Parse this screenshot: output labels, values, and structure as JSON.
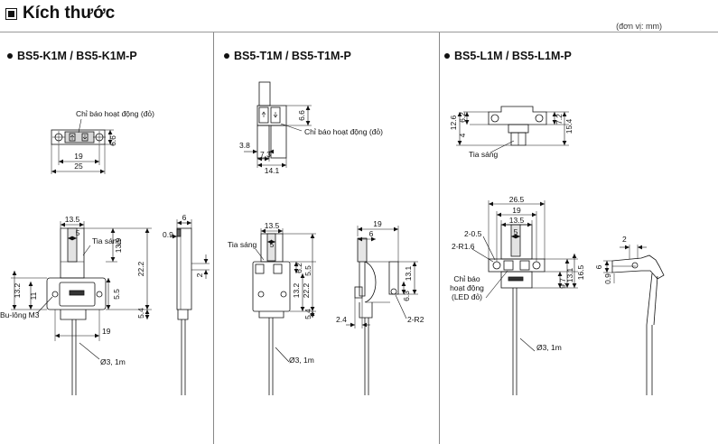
{
  "header": {
    "title": "Kích thước",
    "unit": "(đơn vị: mm)"
  },
  "sections": [
    {
      "model": "BS5-K1M / BS5-K1M-P"
    },
    {
      "model": "BS5-T1M / BS5-T1M-P"
    },
    {
      "model": "BS5-L1M / BS5-L1M-P"
    }
  ],
  "k1m": {
    "indicator": "Chỉ báo hoạt động (đỏ)",
    "top": {
      "d_6_6": "6.6",
      "d_19": "19",
      "d_25": "25"
    },
    "slot_label": "Tia sáng",
    "bolt_label": "Bu-lông M3",
    "cable_label": "Ø3, 1m",
    "front": {
      "d_13_5": "13.5",
      "d_5": "5",
      "d_13_9": "13.9",
      "d_22_2": "22.2",
      "d_13_2": "13.2",
      "d_11": "11",
      "d_5_5": "5.5",
      "d_5_4": "5.4",
      "d_19": "19"
    },
    "side": {
      "d_6": "6",
      "d_0_9": "0.9",
      "d_2": "2"
    }
  },
  "t1m": {
    "indicator": "Chỉ báo hoạt động (đỏ)",
    "top": {
      "d_6_6": "6.6",
      "d_3_8": "3.8",
      "d_7_3": "7.3",
      "d_14_1": "14.1"
    },
    "slot_label": "Tia sáng",
    "cable_label": "Ø3, 1m",
    "front": {
      "d_13_5": "13.5",
      "d_5": "5",
      "d_6_2": "6.2",
      "d_5_5": "5.5",
      "d_13_2": "13.2",
      "d_22_2": "22.2",
      "d_5_4": "5.4"
    },
    "side": {
      "d_19": "19",
      "d_6": "6",
      "d_13_1": "13.1",
      "d_6_3": "6.3",
      "d_2_4": "2.4",
      "d_2_r2": "2-R2"
    }
  },
  "l1m": {
    "top": {
      "d_12_6": "12.6",
      "d_6_2": "6.2",
      "d_4": "4",
      "d_7_2": "7.2",
      "d_15_4": "15.4"
    },
    "slot_label": "Tia sáng",
    "front": {
      "d_26_5": "26.5",
      "d_19": "19",
      "d_13_5": "13.5",
      "d_5": "5",
      "d_2_0_5": "2-0.5",
      "d_2_r1_6": "2-R1.6",
      "d_9_7": "9.7",
      "d_13_1": "13.1",
      "d_16_5": "16.5"
    },
    "indicator_l1": "Chỉ báo",
    "indicator_l2": "hoạt động",
    "indicator_l3": "(LED đỏ)",
    "cable_label": "Ø3, 1m",
    "side": {
      "d_2": "2",
      "d_6": "6",
      "d_0_9": "0.9"
    }
  }
}
